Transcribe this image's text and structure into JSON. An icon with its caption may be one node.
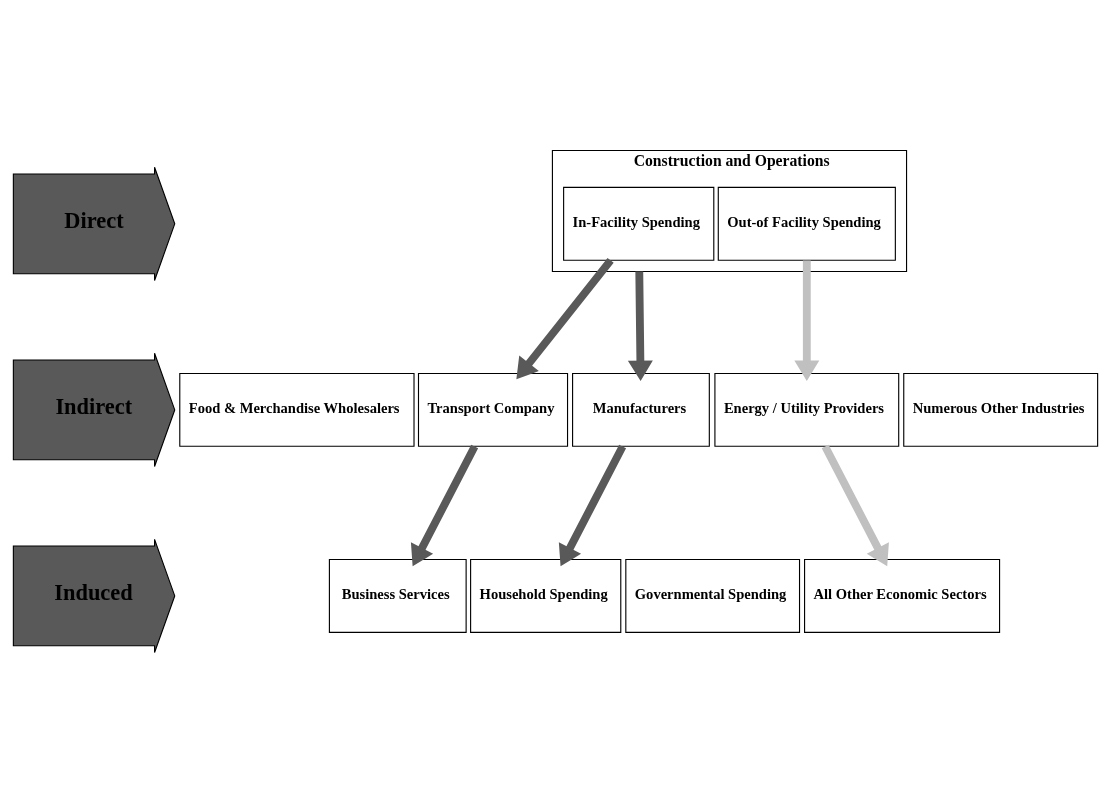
{
  "diagram": {
    "nodes": [
      {
        "text": [
          "Direct"
        ]
      },
      {
        "text": [
          "Construction and Operations"
        ]
      },
      {
        "text": [
          "In-Facility Spending"
        ],
        "in": 1
      },
      {
        "text": [
          "Out-of Facility Spending"
        ],
        "in": 1
      },
      {
        "text": [
          "Indirect"
        ]
      },
      {
        "text": [
          "Food & Merchandise Wholesalers"
        ]
      },
      {
        "text": [
          "Transport Company"
        ]
      },
      {
        "text": [
          "Manufacturers"
        ]
      },
      {
        "text": [
          "Energy / Utility Providers"
        ]
      },
      {
        "text": [
          "Numerous Other Industries"
        ]
      },
      {
        "text": [
          "Induced"
        ]
      },
      {
        "text": [
          "Business Services"
        ]
      },
      {
        "text": [
          "Household Spending"
        ]
      },
      {
        "text": [
          "Governmental Spending"
        ]
      },
      {
        "text": [
          "All Other Economic Sectors"
        ]
      }
    ],
    "edges": [
      {
        "from": 2,
        "to": 6,
        "arrow": "to"
      },
      {
        "from": 1,
        "to": 7,
        "arrow": "to"
      },
      {
        "from": 3,
        "to": 8,
        "arrow": "to",
        "color": "#c0c0c0"
      },
      {
        "from": 6,
        "to": 11,
        "arrow": "to"
      },
      {
        "from": 7,
        "to": 12,
        "arrow": "to"
      },
      {
        "from": 8,
        "to": 14,
        "arrow": "to",
        "color": "#c0c0c0"
      }
    ]
  }
}
